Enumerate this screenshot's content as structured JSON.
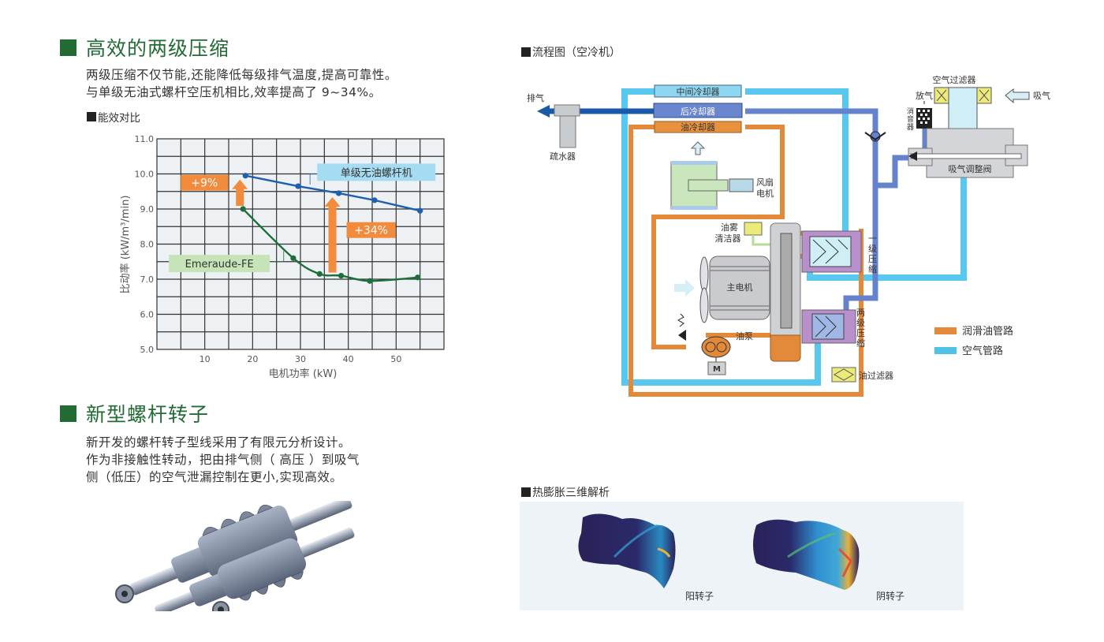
{
  "section1": {
    "title": "高效的两级压缩",
    "lines": [
      "两级压缩不仅节能,还能降低每级排气温度,提高可靠性。",
      "与单级无油式螺杆空压机相比,效率提高了 9~34%。"
    ],
    "chart_heading": "能效对比"
  },
  "chart_data": {
    "type": "line",
    "title": "能效对比",
    "xlabel": "电机功率 (kW)",
    "ylabel": "比动率 (kW/m³/min)",
    "xlim": [
      0,
      60
    ],
    "ylim": [
      5.0,
      11.0
    ],
    "xticks": [
      10,
      20,
      30,
      40,
      50
    ],
    "yticks": [
      "5.0",
      "6.0",
      "7.0",
      "8.0",
      "9.0",
      "10.0",
      "11.0"
    ],
    "grid": true,
    "series": [
      {
        "name": "单级无油螺杆机",
        "color": "#1f5fb0",
        "label_bg": "#a6dcf2",
        "points": [
          [
            18.5,
            9.95
          ],
          [
            29.5,
            9.65
          ],
          [
            38,
            9.45
          ],
          [
            45.5,
            9.25
          ],
          [
            55,
            8.95
          ]
        ]
      },
      {
        "name": "Emeraude-FE",
        "color": "#1c6e3a",
        "label_bg": "#c6e4b8",
        "points": [
          [
            18,
            9.0
          ],
          [
            28.5,
            7.6
          ],
          [
            34,
            7.15
          ],
          [
            38.5,
            7.1
          ],
          [
            44.5,
            6.95
          ],
          [
            54.5,
            7.05
          ]
        ]
      }
    ],
    "annotations": [
      {
        "text": "+9%",
        "x": 18.5,
        "from": 9.0,
        "to": 9.95
      },
      {
        "text": "+34%",
        "x": 38,
        "from": 7.1,
        "to": 9.45
      }
    ]
  },
  "section2": {
    "title": "新型螺杆转子",
    "lines": [
      "新开发的螺杆转子型线采用了有限元分析设计。",
      "作为非接触性转动，把由排气侧（ 高压 ）到吸气",
      "侧（低压）的空气泄漏控制在更小,实现高效。"
    ]
  },
  "flow": {
    "heading": "流程图（空冷机）",
    "labels": {
      "exhaust": "排气",
      "drain": "疏水器",
      "intercooler": "中间冷却器",
      "aftercooler": "后冷却器",
      "oilcooler": "油冷却器",
      "fan_motor": [
        "风扇",
        "电机"
      ],
      "air_filter": "空气过滤器",
      "intake": "吸气",
      "blowoff": "放气",
      "silencer": [
        "消",
        "音",
        "器"
      ],
      "intake_valve": "吸气调整阀",
      "oil_mist": [
        "油雾",
        "清洁器"
      ],
      "main_motor": "主电机",
      "stage1": [
        "一",
        "级",
        "压",
        "缩"
      ],
      "stage2": [
        "两",
        "级",
        "压",
        "缩"
      ],
      "oil_pump": "油泵",
      "motor_m": "M",
      "oil_filter": "油过滤器"
    },
    "legend": [
      {
        "label": "润滑油管路",
        "color": "#e38a3a"
      },
      {
        "label": "空气管路",
        "color": "#4ec3e6"
      }
    ]
  },
  "thermal": {
    "heading": "热膨胀三维解析",
    "male_label": "阳转子",
    "female_label": "阴转子"
  }
}
